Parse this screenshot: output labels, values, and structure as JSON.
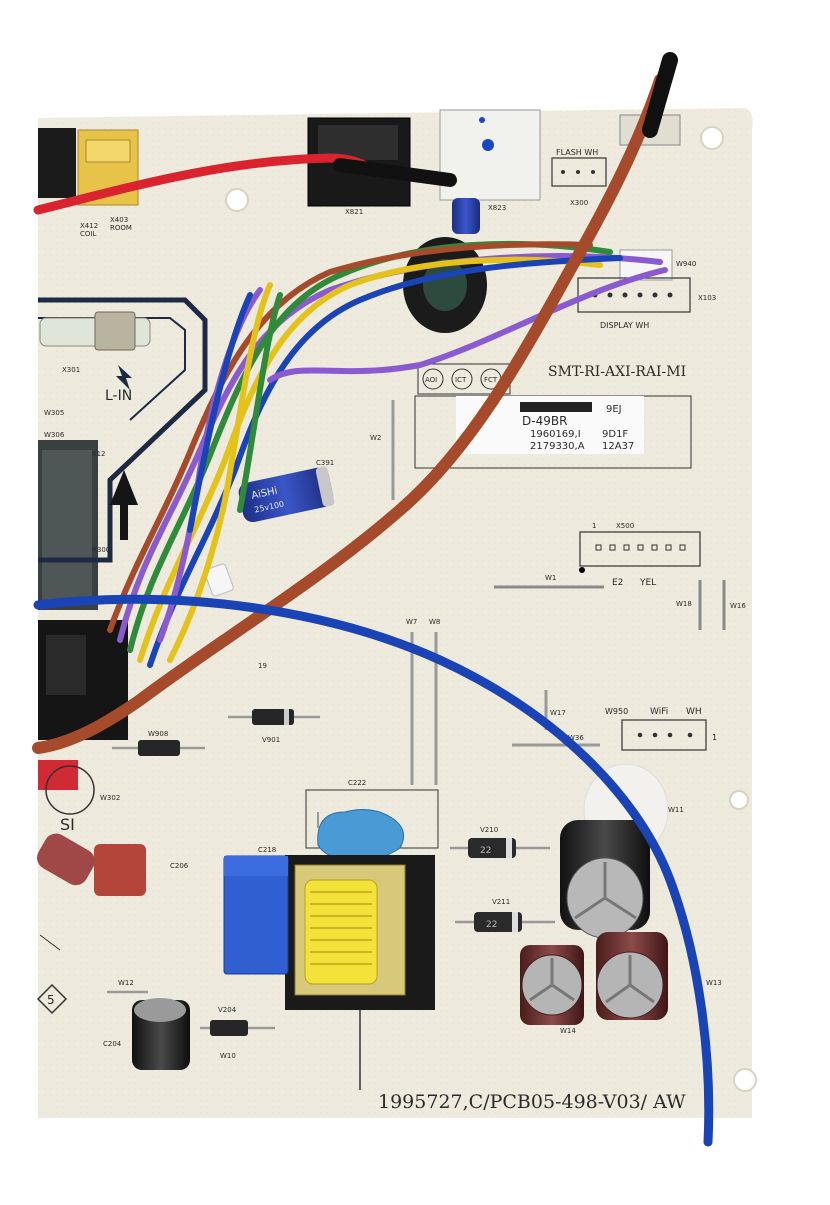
{
  "colors": {
    "board": "#eeeade",
    "silkscreen": "#2c2c2c",
    "wire_red": "#d9242f",
    "wire_brown": "#a54a2a",
    "wire_blue": "#1a43b6",
    "wire_purple": "#8a5bd0",
    "wire_green": "#2f8a3a",
    "wire_yellow": "#e4c21a",
    "capacitor_blue": "#2a3fa8",
    "transformer_yellow": "#f2e23a",
    "box_cap_blue": "#2f5fd0"
  },
  "board": {
    "part_number": "1995727,C/PCB05-498-V03/ AW",
    "model_line": "SMT-RI-AXI-RAI-MI",
    "logos": [
      "AOI",
      "ICT",
      "FCT"
    ],
    "direction_mark": "L-IN"
  },
  "label_sticker": {
    "row1": "D-49BR",
    "row1_suffix": "9EJ",
    "row2": "1960169,I",
    "row2_suffix": "9D1F",
    "row3": "2179330,A",
    "row3_suffix": "12A37"
  },
  "connectors": {
    "flash": "FLASH WH",
    "display": "DISPLAY WH",
    "wifi": "WiFi",
    "wifi_color": "WH",
    "x500_pin1": "1",
    "e2": "E2",
    "yel": "YEL",
    "coil": "COIL",
    "room": "ROOM"
  },
  "designators": {
    "x300": "X300",
    "x103": "X103",
    "x500": "X500",
    "x821": "X821",
    "x823": "X823",
    "x412": "X412",
    "x403": "X403",
    "x301": "X301",
    "w940": "W940",
    "w950": "W950",
    "w2": "W2",
    "w1": "W1",
    "w7": "W7",
    "w8": "W8",
    "w17": "W17",
    "w18": "W18",
    "w16": "W16",
    "w36": "W36",
    "w12": "W12",
    "w10": "W10",
    "w13": "W13",
    "w14": "W14",
    "w11": "W11",
    "w908": "W908",
    "w302": "W302",
    "w305": "W305",
    "w306": "W306",
    "c391": "C391",
    "c222": "C222",
    "c218": "C218",
    "c206": "C206",
    "c204": "C204",
    "v901": "V901",
    "v210": "V210",
    "v211": "V211",
    "v204": "V204",
    "r300": "R300",
    "k12": "K12",
    "si": "SI",
    "five": "5",
    "one_right": "1",
    "n19": "19"
  },
  "capacitor_c391": {
    "brand": "AiSHi",
    "rating": "25v100"
  },
  "diodes": {
    "v210_mark": "22",
    "v211_mark": "22"
  }
}
